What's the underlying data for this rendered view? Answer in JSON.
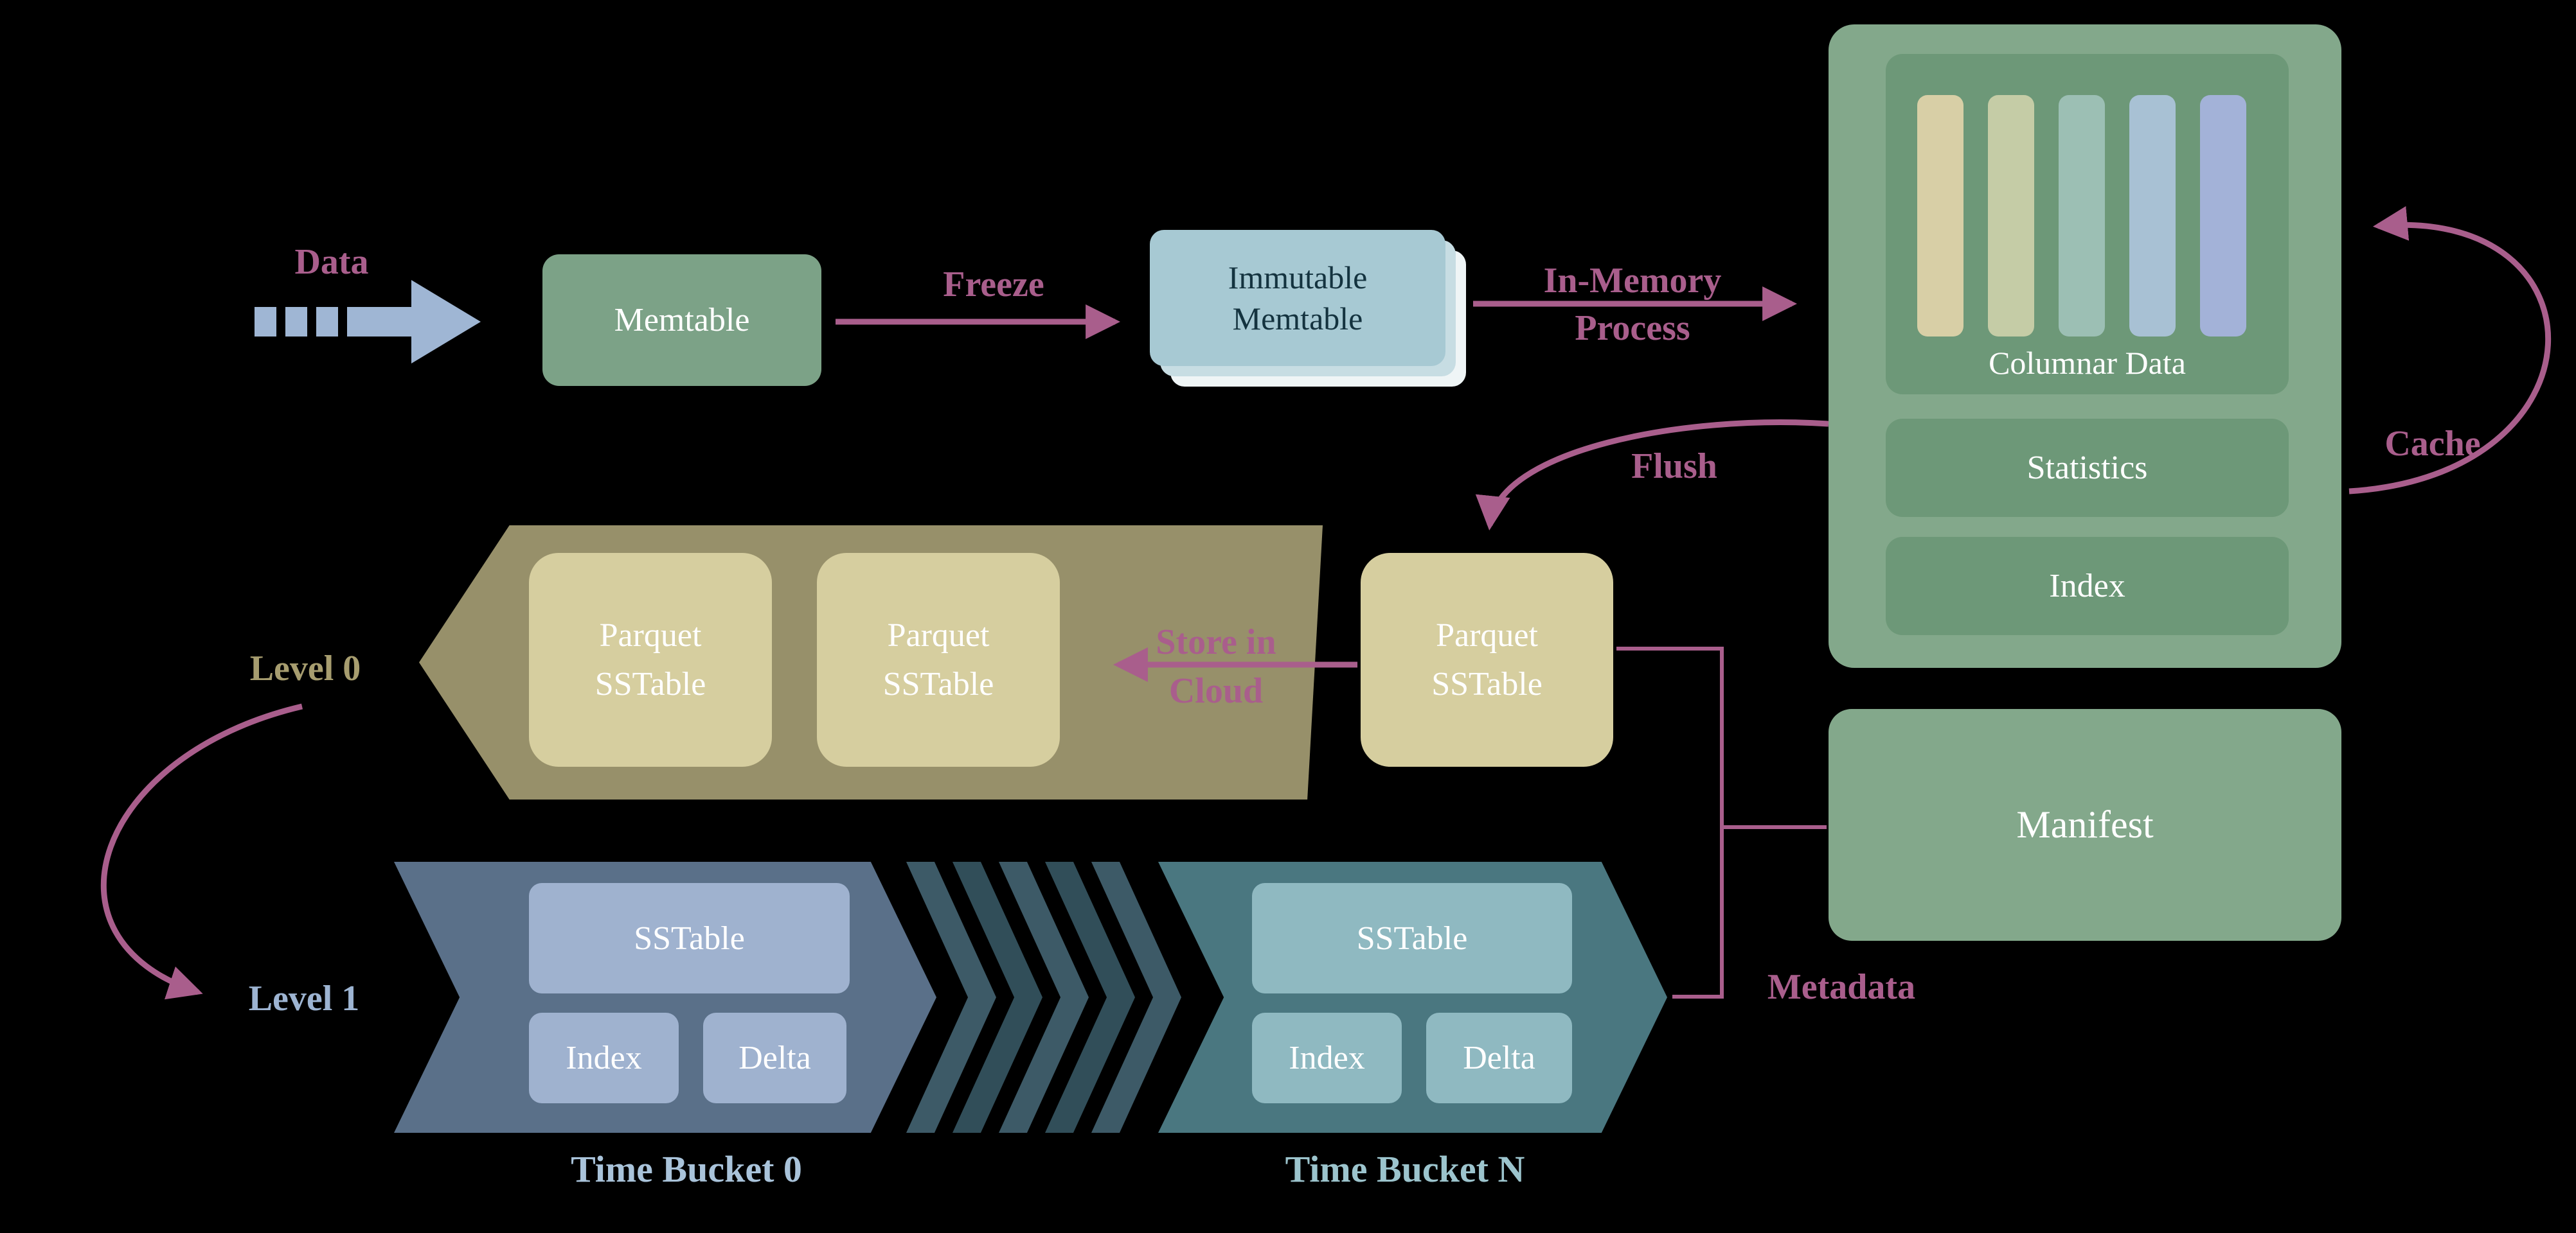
{
  "palette": {
    "background": "#000000",
    "accent_pink": "#A95E8C",
    "sage_green": "#83A88B",
    "deep_green": "#6D9878",
    "memtable_green": "#7CA287",
    "immutable_blue": "#A7C9D3",
    "khaki_band": "#97906A",
    "parquet_tan": "#D6CE9F",
    "level1_slate": "#5A7089",
    "level1_box": "#9FB2CF",
    "bucketn_teal": "#4A7780",
    "bucketn_box": "#8FB9C1",
    "column_bars": [
      "#D8CFA6",
      "#C5CCA6",
      "#9CBFB4",
      "#A8C1D4",
      "#A3B2D8"
    ]
  },
  "flow": {
    "data_label": "Data",
    "memtable_label": "Memtable",
    "freeze_label": "Freeze",
    "immutable_line1": "Immutable",
    "immutable_line2": "Memtable",
    "inmemory_line1": "In-Memory",
    "inmemory_line2": "Process",
    "flush_label": "Flush",
    "cache_label": "Cache"
  },
  "memory_panel": {
    "columnar_label": "Columnar Data",
    "statistics_label": "Statistics",
    "index_label": "Index"
  },
  "level0": {
    "label": "Level 0",
    "box1_line1": "Parquet",
    "box1_line2": "SSTable",
    "box2_line1": "Parquet",
    "box2_line2": "SSTable",
    "store_line1": "Store in",
    "store_line2": "Cloud",
    "flush_box_line1": "Parquet",
    "flush_box_line2": "SSTable"
  },
  "level1": {
    "label": "Level 1",
    "bucket0": {
      "sstable": "SSTable",
      "index": "Index",
      "delta": "Delta",
      "caption": "Time Bucket 0"
    },
    "bucketn": {
      "sstable": "SSTable",
      "index": "Index",
      "delta": "Delta",
      "caption": "Time Bucket N"
    }
  },
  "manifest": {
    "label": "Manifest",
    "metadata_label": "Metadata"
  }
}
